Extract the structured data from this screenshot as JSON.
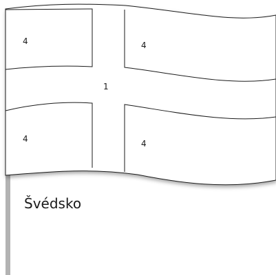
{
  "flag": {
    "regions": [
      {
        "id": "cross",
        "number": "1"
      },
      {
        "id": "top-left",
        "number": "4"
      },
      {
        "id": "top-right",
        "number": "4"
      },
      {
        "id": "bottom-left",
        "number": "4"
      },
      {
        "id": "bottom-right",
        "number": "4"
      }
    ],
    "country_name": "Švédsko",
    "colors": {
      "pole": "#b3b3b3",
      "outline": "#1a1a1a",
      "fill": "#ffffff"
    }
  }
}
